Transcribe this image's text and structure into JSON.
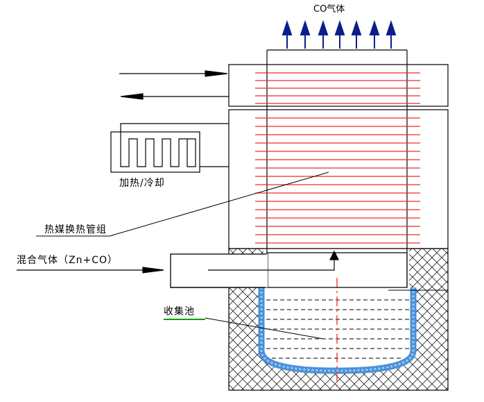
{
  "labels": {
    "co_gas": "CO气体",
    "heat_cool": "加热/冷却",
    "heat_tube": "热媒换热管组",
    "mixed_gas": "混合气体（Zn+CO）",
    "pool": "收集池"
  },
  "colors": {
    "tube": "#ee2a2a",
    "outline": "#000000",
    "arrow": "#0b1f8c",
    "pool_wall": "#4a90d9",
    "pool_highlight": "#9ec9f0",
    "underline": "#00a000"
  }
}
